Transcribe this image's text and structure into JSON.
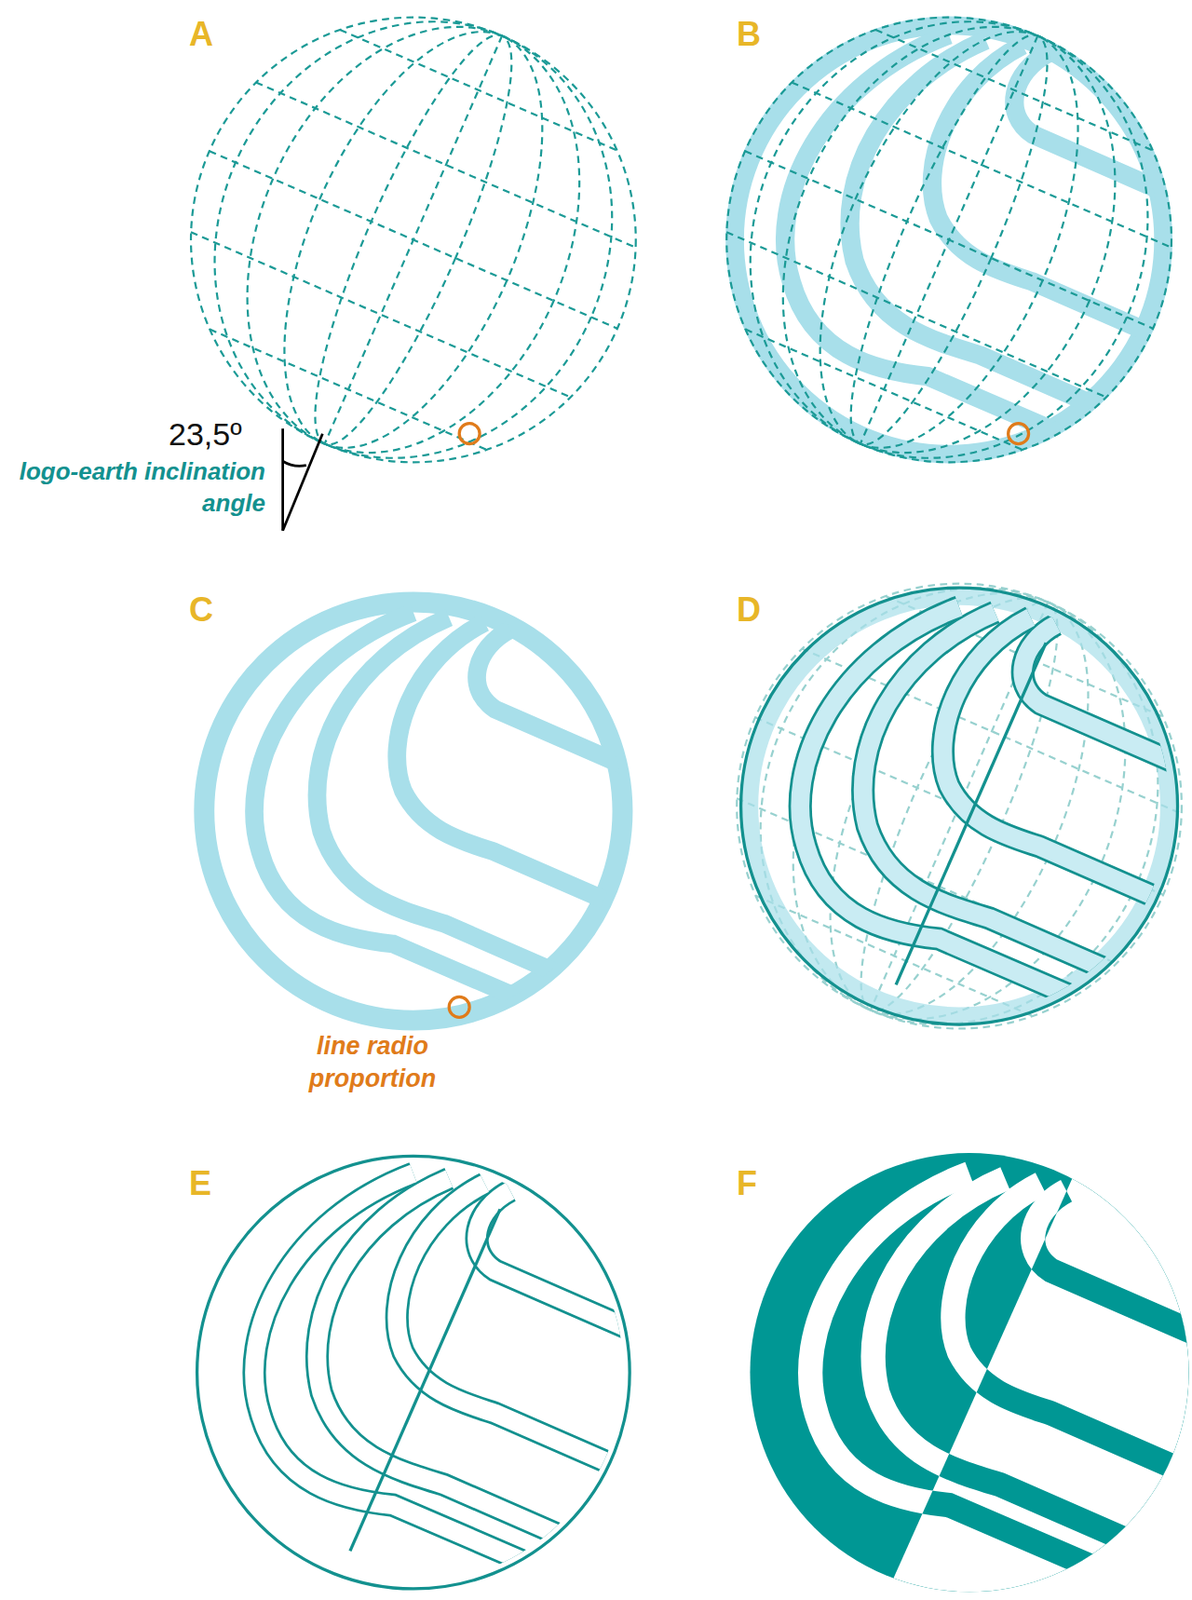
{
  "diagram": {
    "labels": [
      "A",
      "B",
      "C",
      "D",
      "E",
      "F",
      "23,5º",
      "logo-earth inclination angle",
      "line radio proportion"
    ]
  }
}
